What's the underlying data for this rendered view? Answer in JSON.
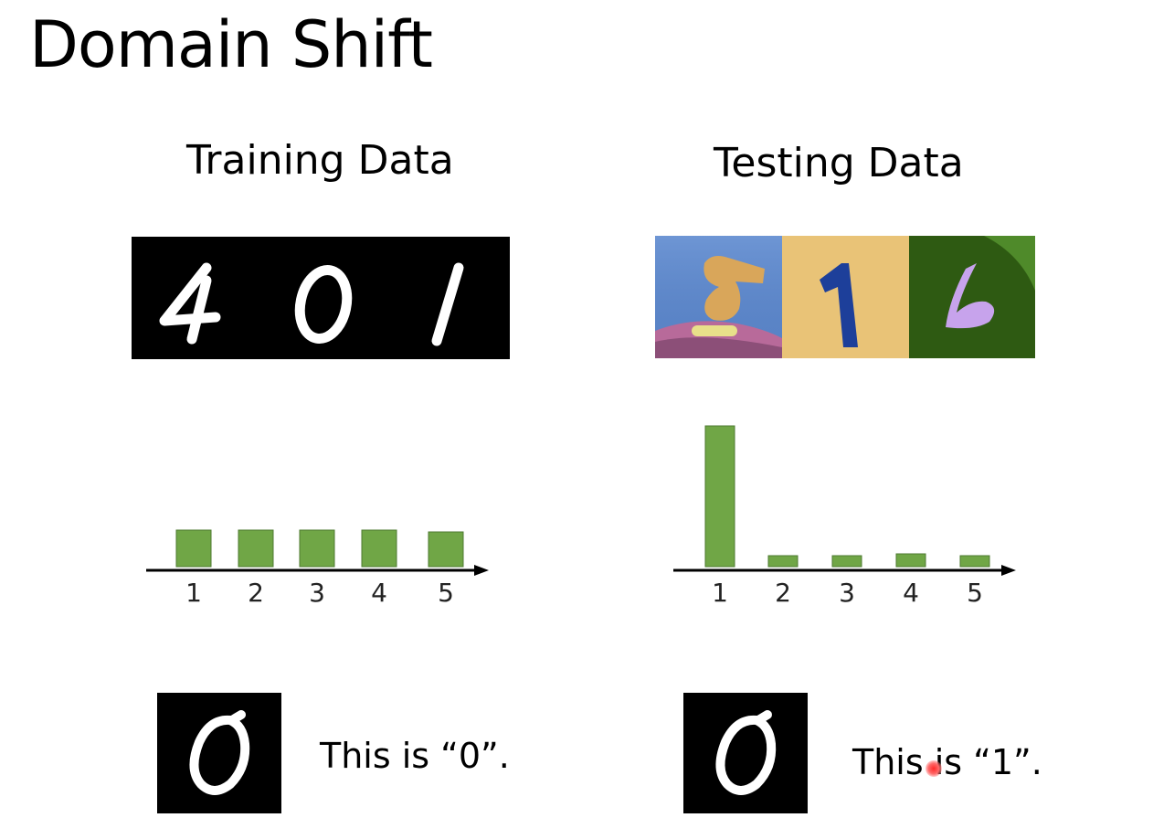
{
  "slide": {
    "title": "Domain Shift"
  },
  "training": {
    "heading": "Training Data",
    "sample_digits": [
      "4",
      "0",
      "1"
    ],
    "example_digit": "0",
    "caption": "This is “0”."
  },
  "testing": {
    "heading": "Testing Data",
    "sample_digits": [
      "8",
      "1",
      "6"
    ],
    "example_digit": "0",
    "caption": "This is “1”."
  },
  "colors": {
    "bar": "#70a646",
    "bar_border": "#4e7a30",
    "axis": "#000000"
  },
  "chart_data": [
    {
      "type": "bar",
      "name": "training-distribution",
      "categories": [
        "1",
        "2",
        "3",
        "4",
        "5"
      ],
      "values": [
        1.0,
        1.0,
        1.0,
        1.0,
        0.95
      ],
      "title": "",
      "xlabel": "",
      "ylabel": "",
      "ylim": [
        0,
        4
      ]
    },
    {
      "type": "bar",
      "name": "testing-distribution",
      "categories": [
        "1",
        "2",
        "3",
        "4",
        "5"
      ],
      "values": [
        3.85,
        0.3,
        0.3,
        0.35,
        0.3
      ],
      "title": "",
      "xlabel": "",
      "ylabel": "",
      "ylim": [
        0,
        4
      ]
    }
  ]
}
